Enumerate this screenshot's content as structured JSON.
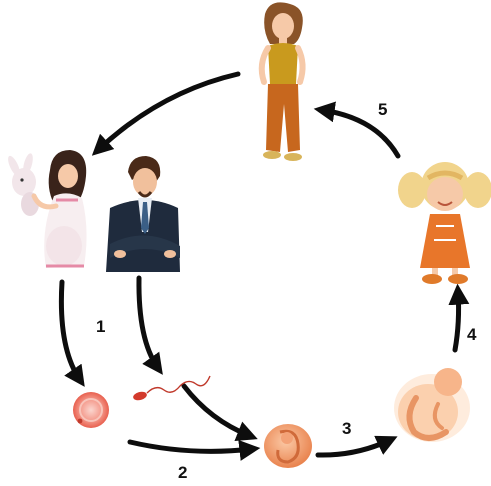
{
  "diagram": {
    "type": "human life cycle",
    "steps": [
      {
        "number": "1"
      },
      {
        "number": "2"
      },
      {
        "number": "3"
      },
      {
        "number": "4"
      },
      {
        "number": "5"
      }
    ],
    "figures": [
      {
        "name": "adult-woman",
        "icon": "woman-icon"
      },
      {
        "name": "pregnant-woman",
        "icon": "pregnant-woman-icon"
      },
      {
        "name": "man",
        "icon": "man-icon"
      },
      {
        "name": "egg-cell",
        "icon": "egg-cell-icon"
      },
      {
        "name": "sperm-cell",
        "icon": "sperm-cell-icon"
      },
      {
        "name": "embryo",
        "icon": "embryo-icon"
      },
      {
        "name": "fetus",
        "icon": "fetus-icon"
      },
      {
        "name": "girl",
        "icon": "girl-icon"
      }
    ],
    "colors": {
      "arrow": "#0d0d0d",
      "skin": "#f6c9a8",
      "hair_brown": "#8a5328",
      "woman_top": "#c99a1e",
      "woman_pants": "#c7671e",
      "suit": "#1f2b3d",
      "egg": "#f07a6a",
      "embryo": "#f19a6c",
      "girl_dress": "#e8762a",
      "girl_hair": "#f1d48c"
    }
  }
}
